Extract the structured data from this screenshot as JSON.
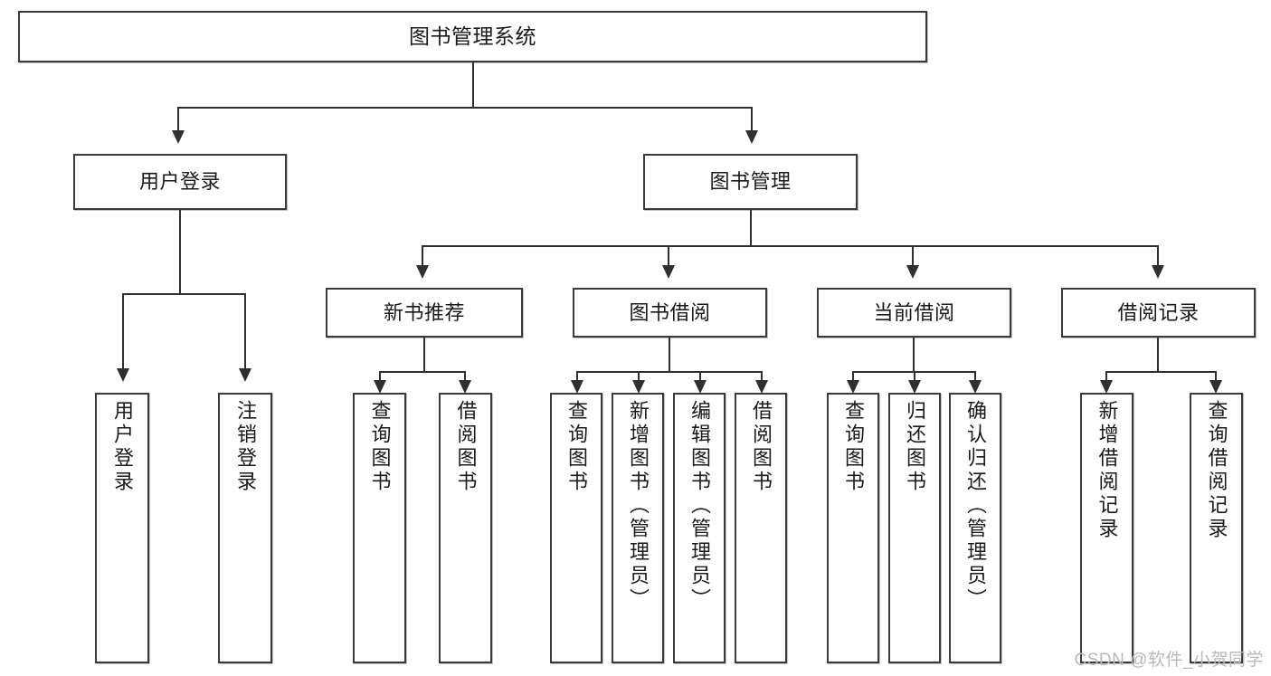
{
  "diagram": {
    "title": "图书管理系统",
    "type": "tree",
    "root": {
      "label": "图书管理系统"
    },
    "level2": [
      {
        "label": "用户登录"
      },
      {
        "label": "图书管理"
      }
    ],
    "level3": [
      {
        "label": "新书推荐"
      },
      {
        "label": "图书借阅"
      },
      {
        "label": "当前借阅"
      },
      {
        "label": "借阅记录"
      }
    ],
    "leaves": {
      "user_login": [
        {
          "label": "用户登录"
        },
        {
          "label": "注销登录"
        }
      ],
      "new_book_recommend": [
        {
          "label": "查询图书"
        },
        {
          "label": "借阅图书"
        }
      ],
      "book_borrow": [
        {
          "label": "查询图书"
        },
        {
          "label": "新增图书（管理员）"
        },
        {
          "label": "编辑图书（管理员）"
        },
        {
          "label": "借阅图书"
        }
      ],
      "current_borrow": [
        {
          "label": "查询图书"
        },
        {
          "label": "归还图书"
        },
        {
          "label": "确认归还（管理员）"
        }
      ],
      "borrow_record": [
        {
          "label": "新增借阅记录"
        },
        {
          "label": "查询借阅记录"
        }
      ]
    }
  },
  "watermark": {
    "text": "CSDN @软件_小贺同学"
  },
  "colors": {
    "box_border": "#3a3a3a",
    "line": "#2f2f2f",
    "background": "#ffffff",
    "text": "#1a1a1a",
    "watermark": "#b9b9b9"
  }
}
